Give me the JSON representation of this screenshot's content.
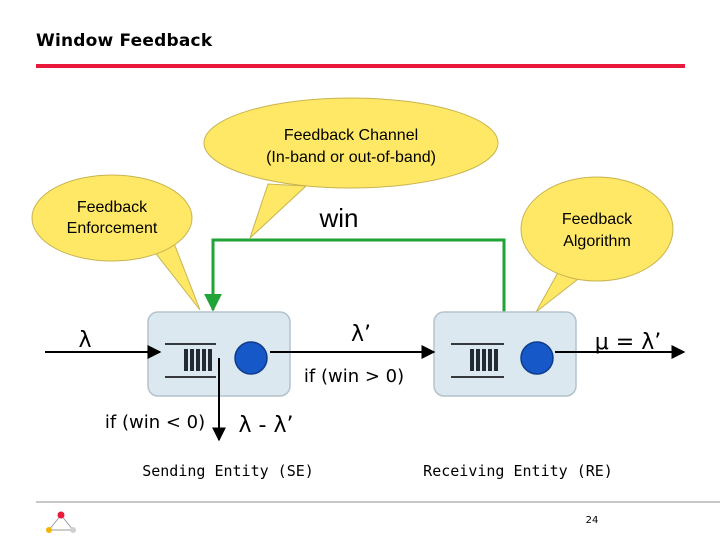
{
  "slide": {
    "title": "Window Feedback",
    "page_number": "24"
  },
  "callouts": {
    "channel": {
      "line1": "Feedback Channel",
      "line2": "(In-band or out-of-band)"
    },
    "enforcement": {
      "line1": "Feedback",
      "line2": "Enforcement"
    },
    "algorithm": {
      "line1": "Feedback",
      "line2": "Algorithm"
    }
  },
  "labels": {
    "win": "win",
    "lambda_in": "λ",
    "lambda_prime": "λ’",
    "mu_eq": "μ = λ’",
    "if_win_gt": "if (win > 0)",
    "if_win_lt": "if (win < 0)",
    "lambda_diff": "λ - λ’"
  },
  "entities": {
    "sender": "Sending Entity (SE)",
    "receiver": "Receiving Entity (RE)"
  },
  "colors": {
    "accent_rule": "#e8193a",
    "callout_fill": "#ffe866",
    "callout_stroke": "#c8b450",
    "feedback_line": "#21a337",
    "box_fill": "#dce8ef",
    "circle_fill": "#1758c8"
  },
  "icons": {
    "queue": "queue-bars-icon",
    "server": "server-circle-icon",
    "logo": "network-triangle-logo-icon"
  }
}
